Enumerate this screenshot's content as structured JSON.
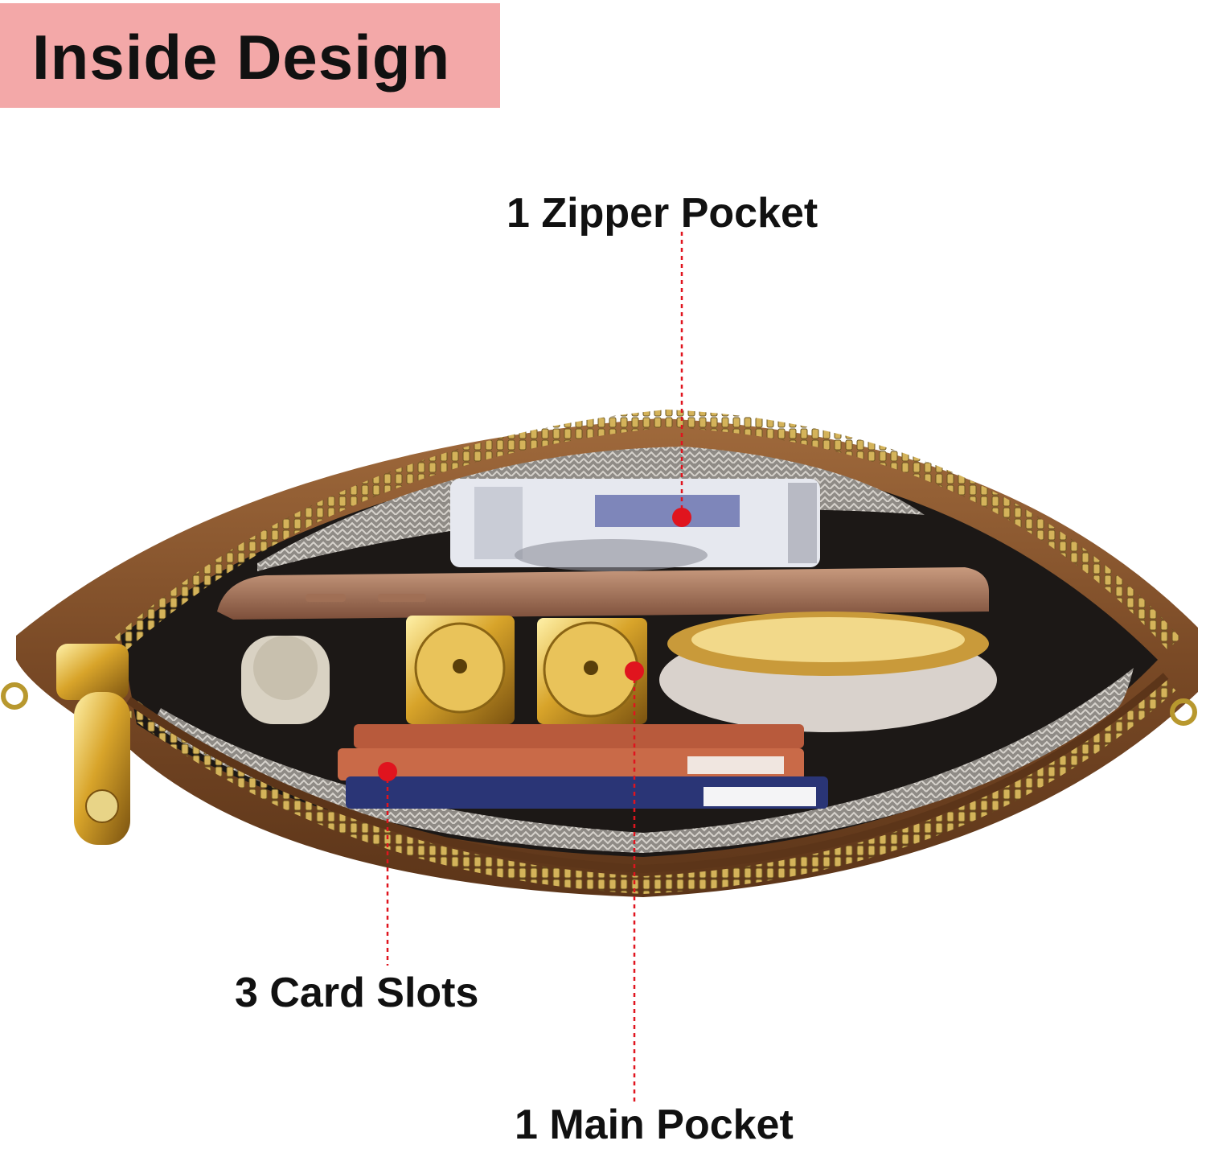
{
  "title": "Inside Design",
  "callouts": {
    "zipper_pocket": "1 Zipper Pocket",
    "card_slots": "3 Card Slots",
    "main_pocket": "1 Main Pocket"
  },
  "colors": {
    "banner": "#f3a8a8",
    "callout_dot": "#e0141e",
    "leather": "#8a5a32",
    "zipper": "#c9a64a",
    "lining": "#9a9690"
  }
}
